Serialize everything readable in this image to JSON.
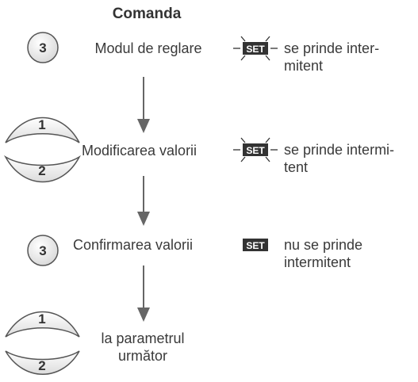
{
  "title": "Comanda",
  "buttons": {
    "b3": "3",
    "b1": "1",
    "b2": "2",
    "set_badge": "SET"
  },
  "steps": [
    {
      "label": "Modul de reglare",
      "status": "se prinde inter-\nmitent"
    },
    {
      "label": "Modificarea valorii",
      "status": "se prinde intermi-\ntent"
    },
    {
      "label": "Confirmarea valorii",
      "status": "nu se prinde\nintermitent"
    },
    {
      "label": "la parametrul\nurmător"
    }
  ]
}
